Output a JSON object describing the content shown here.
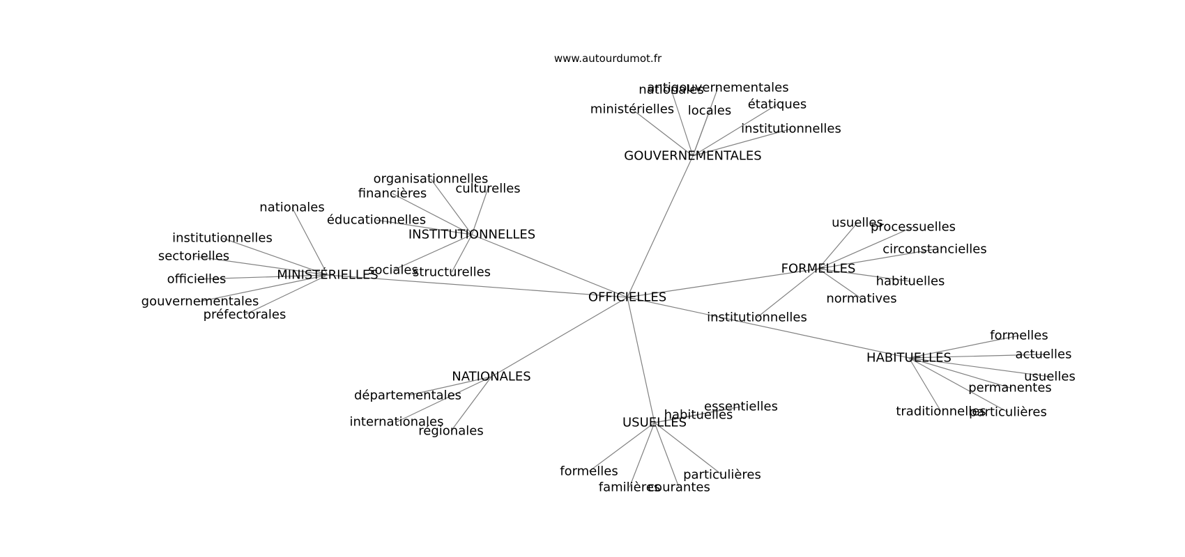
{
  "watermark": "www.autourdumot.fr",
  "root": "OFFICIELLES",
  "groups": [
    {
      "id": "GOUVERNEMENTALES",
      "label": "GOUVERNEMENTALES",
      "children": [
        "nationales",
        "antigouvernementales",
        "ministérielles",
        "locales",
        "étatiques",
        "institutionnelles"
      ]
    },
    {
      "id": "INSTITUTIONNELLES",
      "label": "INSTITUTIONNELLES",
      "children": [
        "organisationnelles",
        "financières",
        "culturelles",
        "éducationnelles",
        "sociales",
        "structurelles"
      ]
    },
    {
      "id": "MINISTERIELLES",
      "label": "MINISTÉRIELLES",
      "children": [
        "nationales",
        "institutionnelles",
        "sectorielles",
        "officielles",
        "gouvernementales",
        "préfectorales"
      ]
    },
    {
      "id": "FORMELLES",
      "label": "FORMELLES",
      "children": [
        "usuelles",
        "processuelles",
        "circonstancielles",
        "habituelles",
        "normatives",
        "institutionnelles"
      ]
    },
    {
      "id": "HABITUELLES",
      "label": "HABITUELLES",
      "children": [
        "formelles",
        "actuelles",
        "usuelles",
        "permanentes",
        "traditionnelles",
        "particulières"
      ]
    },
    {
      "id": "NATIONALES",
      "label": "NATIONALES",
      "children": [
        "départementales",
        "internationales",
        "régionales"
      ]
    },
    {
      "id": "USUELLES",
      "label": "USUELLES",
      "children": [
        "essentielles",
        "habituelles",
        "formelles",
        "familières",
        "courantes",
        "particulières"
      ]
    }
  ]
}
